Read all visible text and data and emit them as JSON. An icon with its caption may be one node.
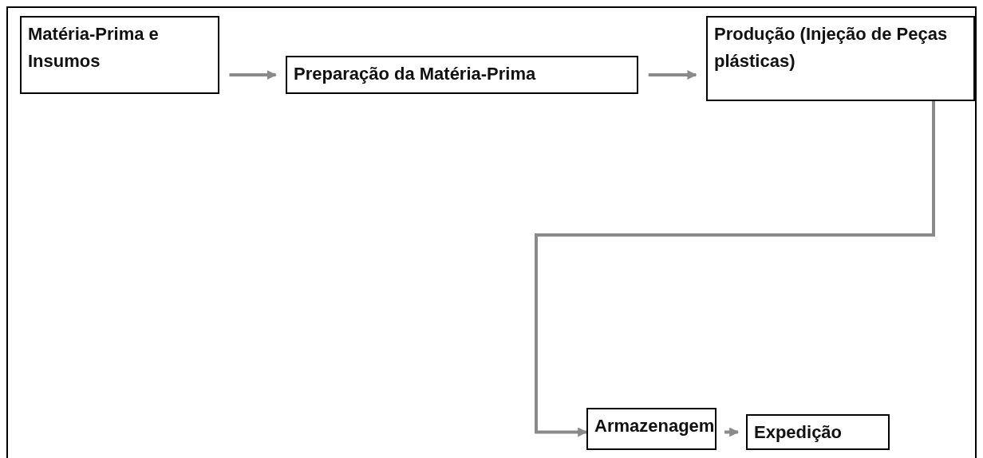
{
  "diagram": {
    "nodes": [
      {
        "text": [
          "Matéria-Prima e Insumos"
        ]
      },
      {
        "text": [
          "Preparação da Matéria-Prima"
        ]
      },
      {
        "text": [
          "Produção (Injeção de Peças plásticas)"
        ]
      },
      {
        "text": [
          "Armazenagem"
        ]
      },
      {
        "text": [
          "Expedição"
        ]
      }
    ],
    "edges": [
      {
        "from": 0,
        "to": 1,
        "arrow": "to"
      },
      {
        "from": 1,
        "to": 2,
        "arrow": "to"
      },
      {
        "from": 2,
        "to": 3,
        "arrow": "to"
      },
      {
        "from": 3,
        "to": 4,
        "arrow": "to"
      }
    ]
  }
}
